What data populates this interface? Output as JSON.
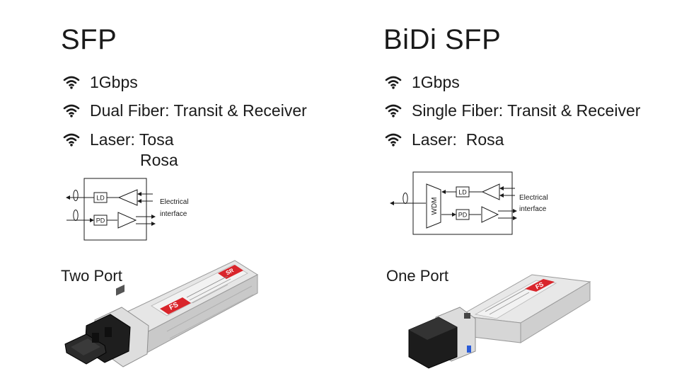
{
  "left": {
    "title": "SFP",
    "bullets": [
      "1Gbps",
      "Dual Fiber: Transit & Receiver",
      "Laser: Tosa"
    ],
    "laser_extra": "Rosa",
    "diagram": {
      "ld": "LD",
      "pd": "PD",
      "elec1": "Electrical",
      "elec2": "interface"
    },
    "port_label": "Two Port",
    "module_brand": "FS",
    "module_tag": "SR"
  },
  "right": {
    "title": "BiDi SFP",
    "bullets": [
      "1Gbps",
      "Single Fiber: Transit & Receiver",
      "Laser:  Rosa"
    ],
    "diagram": {
      "wdm": "WDM",
      "ld": "LD",
      "pd": "PD",
      "elec1": "Electrical",
      "elec2": "interface"
    },
    "port_label": "One Port",
    "module_brand": "FS"
  },
  "colors": {
    "text": "#1a1a1a",
    "brand_red": "#d9252b",
    "module_silver": "#d8d8d8"
  },
  "icons": [
    "wifi-icon"
  ]
}
